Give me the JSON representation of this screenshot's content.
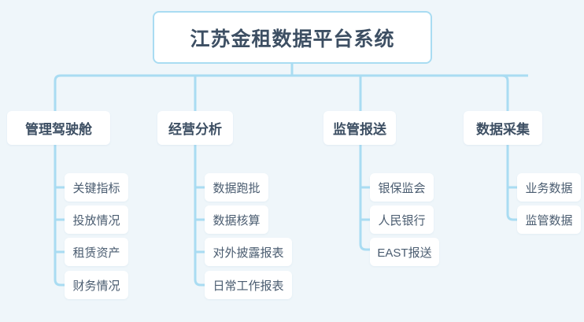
{
  "colors": {
    "background": "#eff6fa",
    "connector": "#a9dcf2",
    "node_fill": "#ffffff",
    "root_border": "#a9dcf2",
    "root_text": "#3d4f63",
    "branch_text": "#3d4f63",
    "leaf_text": "#4a5c70"
  },
  "diagram": {
    "type": "tree",
    "root": {
      "label": "江苏金租数据平台系统"
    },
    "branches": [
      {
        "label": "管理驾驶舱",
        "children": [
          {
            "label": "关键指标"
          },
          {
            "label": "投放情况"
          },
          {
            "label": "租赁资产"
          },
          {
            "label": "财务情况"
          }
        ]
      },
      {
        "label": "经营分析",
        "children": [
          {
            "label": "数据跑批"
          },
          {
            "label": "数据核算"
          },
          {
            "label": "对外披露报表"
          },
          {
            "label": "日常工作报表"
          }
        ]
      },
      {
        "label": "监管报送",
        "children": [
          {
            "label": "银保监会"
          },
          {
            "label": "人民银行"
          },
          {
            "label": "EAST报送"
          }
        ]
      },
      {
        "label": "数据采集",
        "children": [
          {
            "label": "业务数据"
          },
          {
            "label": "监管数据"
          }
        ]
      }
    ]
  }
}
